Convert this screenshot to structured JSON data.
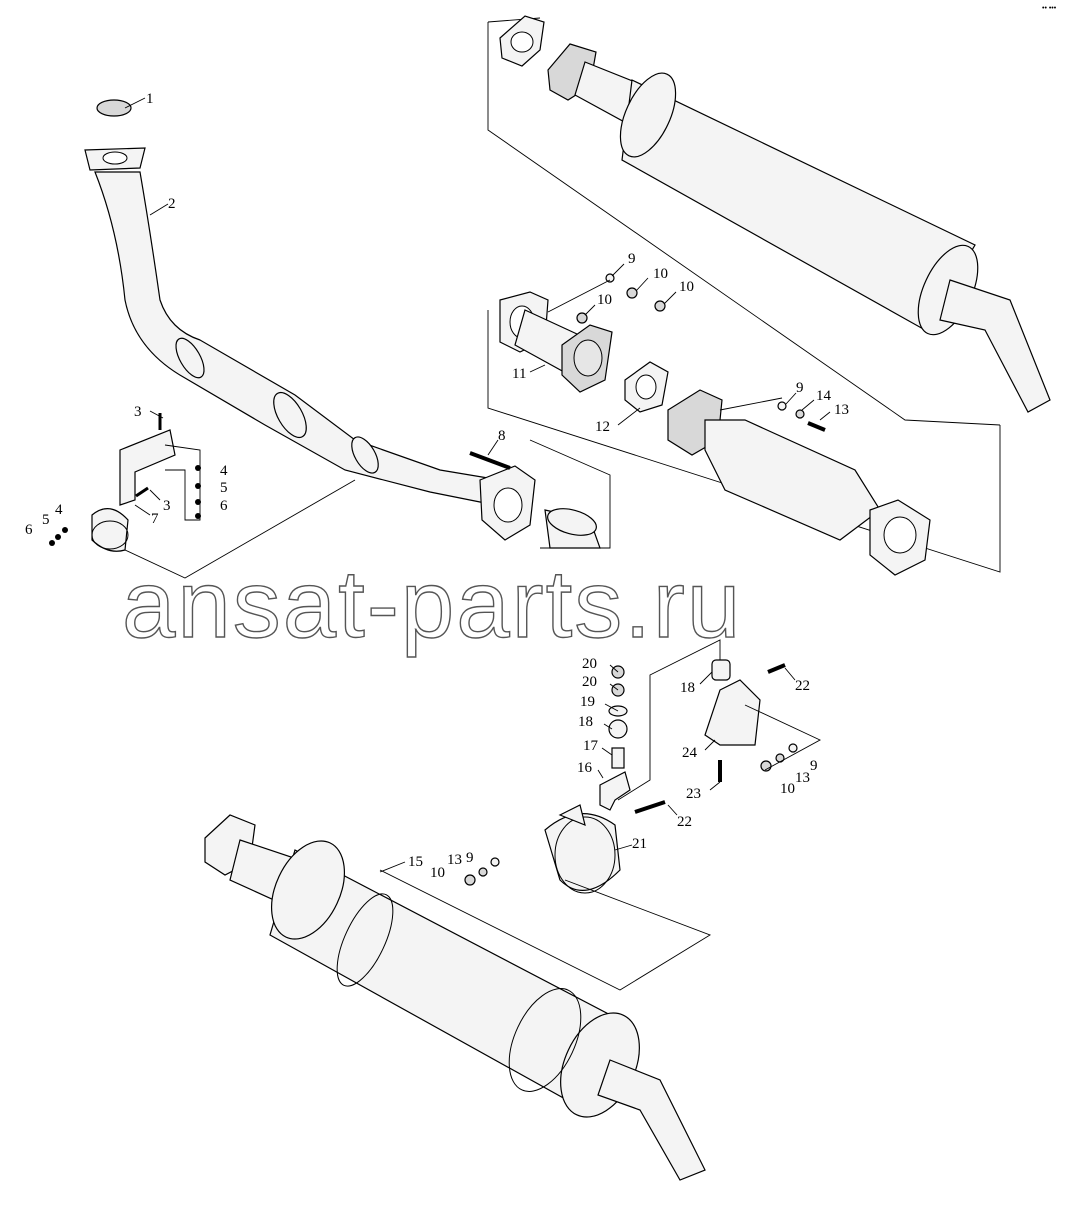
{
  "watermark": "ansat-parts.ru",
  "corner_mark": "•• •••",
  "callouts": [
    {
      "id": "c1",
      "text": "1"
    },
    {
      "id": "c2",
      "text": "2"
    },
    {
      "id": "c3a",
      "text": "3"
    },
    {
      "id": "c3b",
      "text": "3"
    },
    {
      "id": "c4a",
      "text": "4"
    },
    {
      "id": "c4b",
      "text": "4"
    },
    {
      "id": "c5a",
      "text": "5"
    },
    {
      "id": "c5b",
      "text": "5"
    },
    {
      "id": "c6a",
      "text": "6"
    },
    {
      "id": "c6b",
      "text": "6"
    },
    {
      "id": "c7",
      "text": "7"
    },
    {
      "id": "c8",
      "text": "8"
    },
    {
      "id": "c9a",
      "text": "9"
    },
    {
      "id": "c9b",
      "text": "9"
    },
    {
      "id": "c9c",
      "text": "9"
    },
    {
      "id": "c9d",
      "text": "9"
    },
    {
      "id": "c10a",
      "text": "10"
    },
    {
      "id": "c10b",
      "text": "10"
    },
    {
      "id": "c10c",
      "text": "10"
    },
    {
      "id": "c10d",
      "text": "10"
    },
    {
      "id": "c10e",
      "text": "10"
    },
    {
      "id": "c11",
      "text": "11"
    },
    {
      "id": "c12",
      "text": "12"
    },
    {
      "id": "c13a",
      "text": "13"
    },
    {
      "id": "c13b",
      "text": "13"
    },
    {
      "id": "c13c",
      "text": "13"
    },
    {
      "id": "c14",
      "text": "14"
    },
    {
      "id": "c15",
      "text": "15"
    },
    {
      "id": "c16",
      "text": "16"
    },
    {
      "id": "c17",
      "text": "17"
    },
    {
      "id": "c18a",
      "text": "18"
    },
    {
      "id": "c18b",
      "text": "18"
    },
    {
      "id": "c19",
      "text": "19"
    },
    {
      "id": "c20a",
      "text": "20"
    },
    {
      "id": "c20b",
      "text": "20"
    },
    {
      "id": "c21",
      "text": "21"
    },
    {
      "id": "c22a",
      "text": "22"
    },
    {
      "id": "c22b",
      "text": "22"
    },
    {
      "id": "c23",
      "text": "23"
    },
    {
      "id": "c24",
      "text": "24"
    }
  ]
}
